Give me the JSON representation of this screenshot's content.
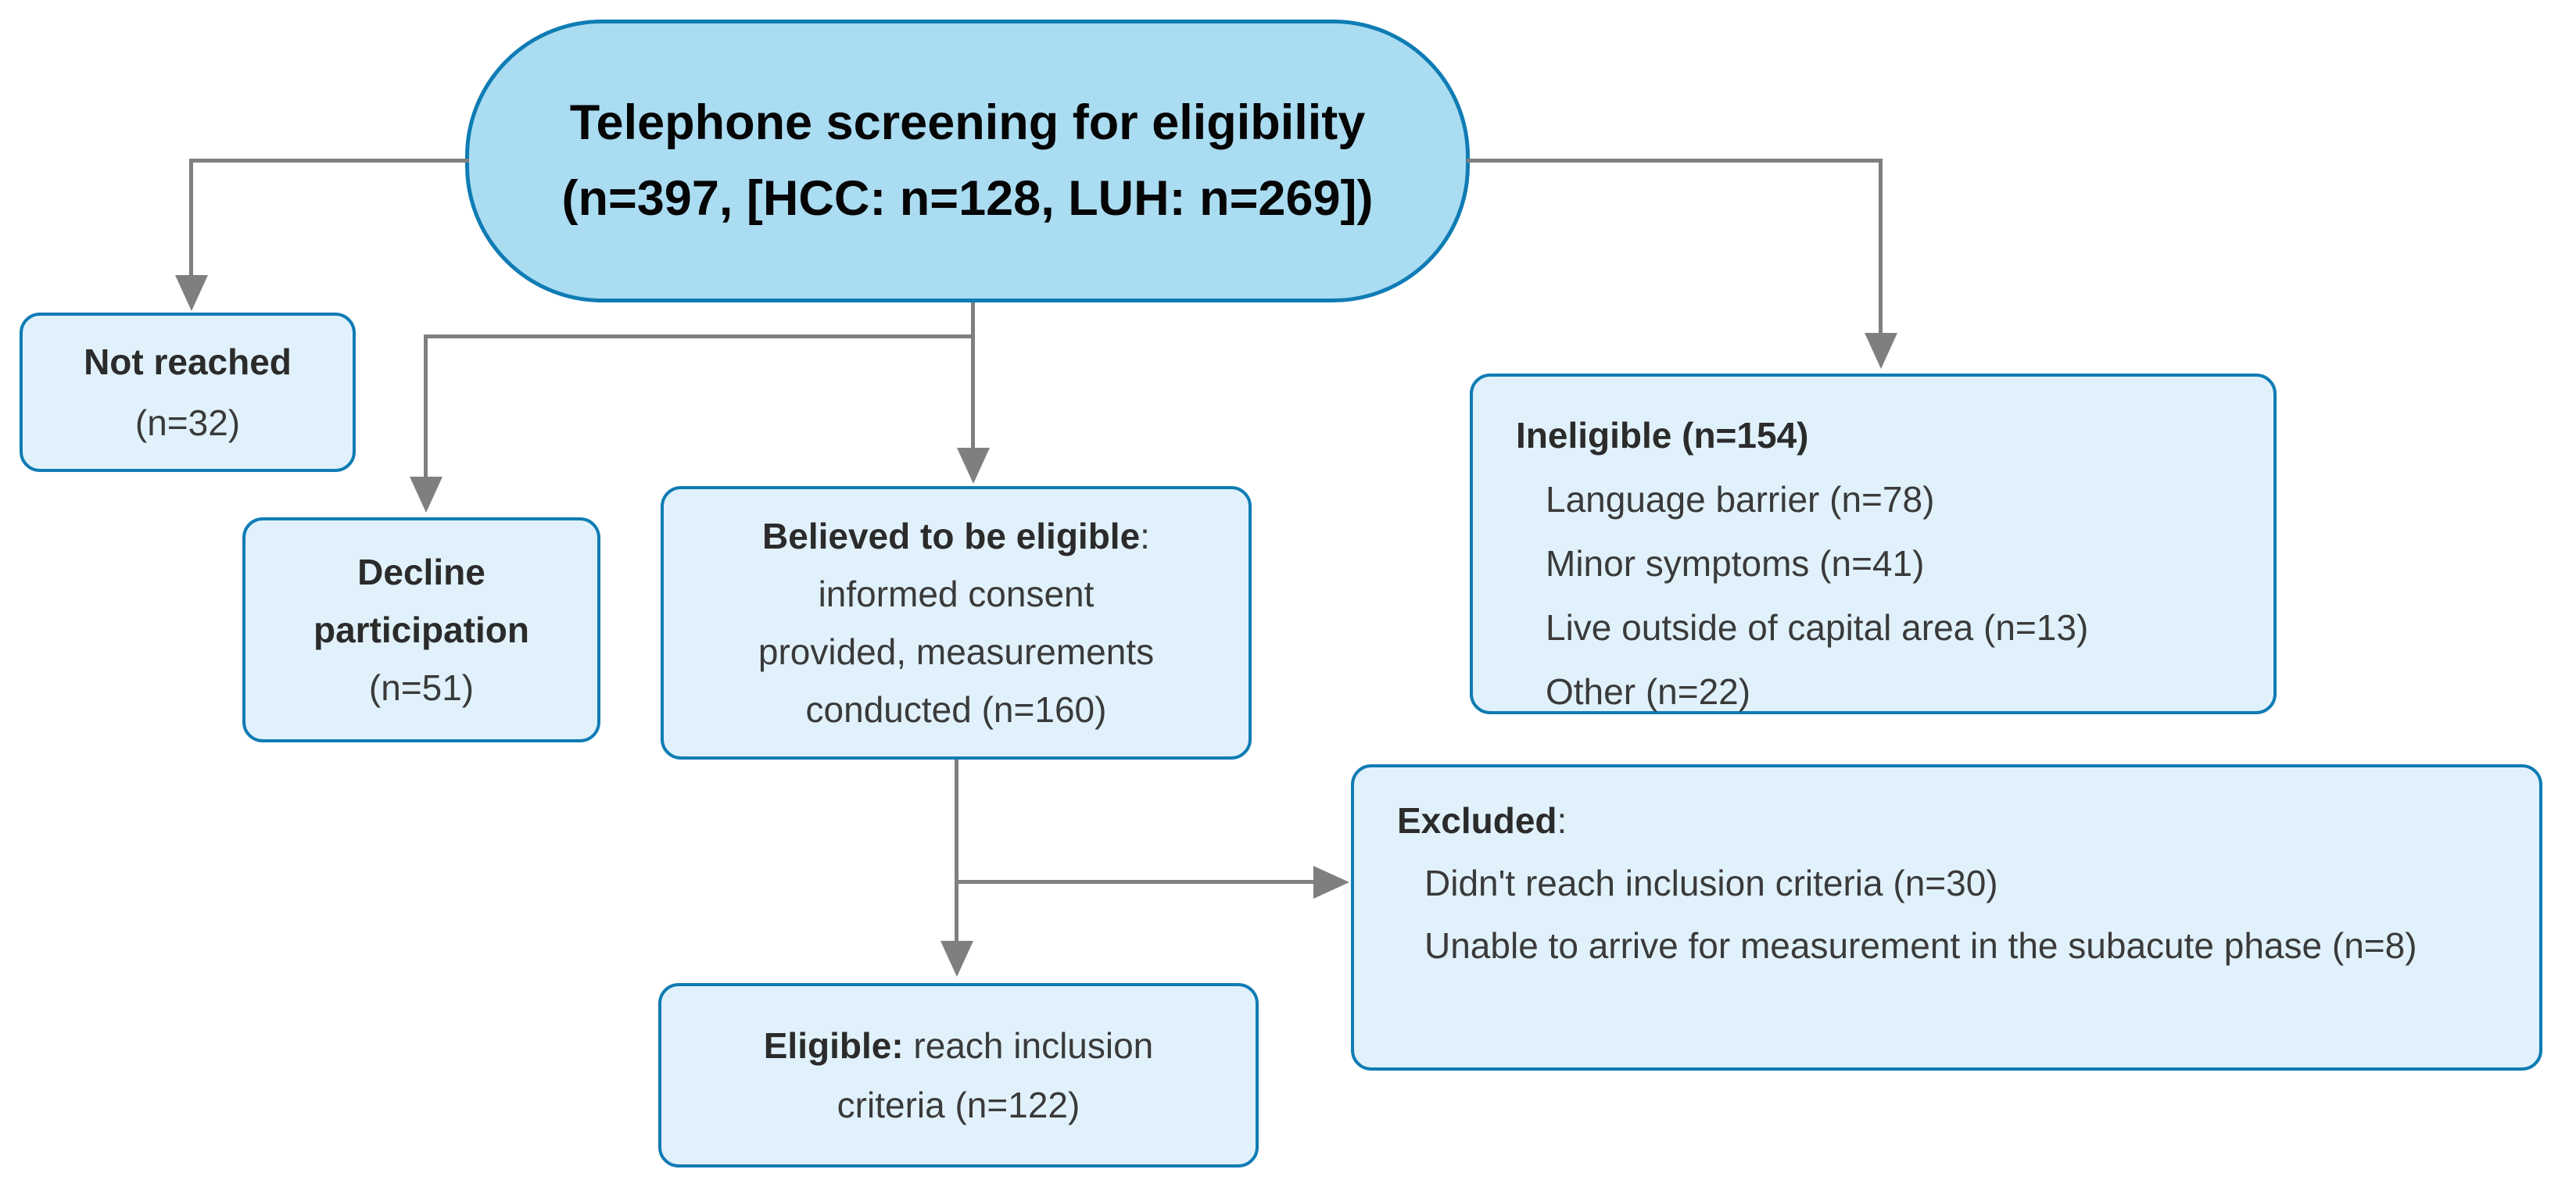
{
  "diagram": {
    "title": "Study eligibility flow diagram",
    "nodes": {
      "screening": {
        "text": "Telephone screening for eligibility (n=397, [HCC: n=128, LUH: n=269])"
      },
      "not_reached": {
        "title": "Not reached",
        "count": "(n=32)"
      },
      "decline": {
        "title": "Decline participation",
        "count": "(n=51)"
      },
      "believed": {
        "lead": "Believed to be eligible",
        "lead_suffix": ":",
        "lines": [
          "informed consent",
          "provided, measurements",
          "conducted (n=160)"
        ]
      },
      "ineligible": {
        "title": "Ineligible (n=154)",
        "items": [
          "Language barrier (n=78)",
          "Minor symptoms (n=41)",
          "Live outside of capital area (n=13)",
          "Other (n=22)"
        ]
      },
      "excluded": {
        "title": "Excluded",
        "title_suffix": ":",
        "items": [
          "Didn't reach inclusion criteria (n=30)",
          "Unable to arrive for measurement in the subacute phase (n=8)"
        ]
      },
      "eligible": {
        "lead": "Eligible:",
        "line1_rest": " reach inclusion",
        "line2": "criteria (n=122)"
      }
    }
  },
  "colors": {
    "stadium-fill": "#aadcf2",
    "box-fill": "#e1f1fb",
    "box-border": "#0f7cb4",
    "arrow": "#7f7f7f",
    "text": "#3a3a3a",
    "bold-text": "#2b2b2b",
    "title-text": "#050505"
  }
}
